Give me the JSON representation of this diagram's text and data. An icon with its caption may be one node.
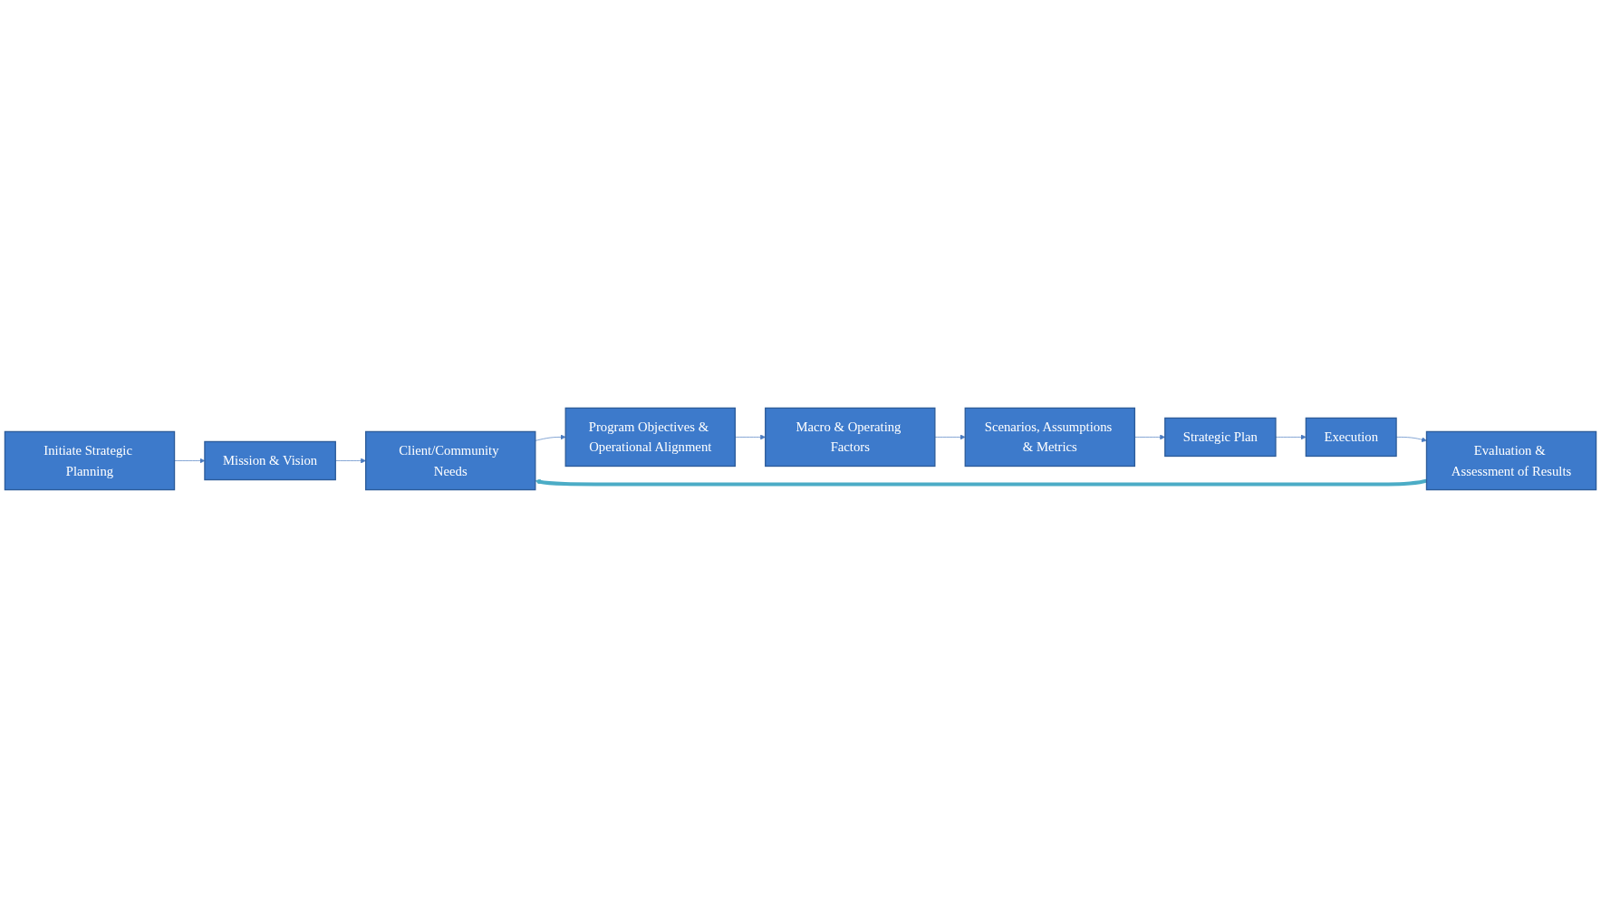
{
  "diagram": {
    "nodes": [
      {
        "text": [
          "Initiate Strategic Planning"
        ]
      },
      {
        "text": [
          "Mission & Vision"
        ]
      },
      {
        "text": [
          "Client/Community Needs"
        ]
      },
      {
        "text": [
          "Program Objectives & Operational Alignment"
        ]
      },
      {
        "text": [
          "Macro & Operating Factors"
        ]
      },
      {
        "text": [
          "Scenarios, Assumptions & Metrics"
        ]
      },
      {
        "text": [
          "Strategic Plan"
        ]
      },
      {
        "text": [
          "Execution"
        ]
      },
      {
        "text": [
          "Evaluation & Assessment of Results"
        ]
      }
    ],
    "edges": [
      {
        "from": 0,
        "to": 1,
        "arrow": "to"
      },
      {
        "from": 1,
        "to": 2,
        "arrow": "to"
      },
      {
        "from": 2,
        "to": 3,
        "arrow": "to"
      },
      {
        "from": 3,
        "to": 4,
        "arrow": "to"
      },
      {
        "from": 4,
        "to": 5,
        "arrow": "to"
      },
      {
        "from": 5,
        "to": 6,
        "arrow": "to"
      },
      {
        "from": 6,
        "to": 7,
        "arrow": "to"
      },
      {
        "from": 7,
        "to": 8,
        "arrow": "to"
      },
      {
        "from": 8,
        "to": 2,
        "arrow": "to",
        "style": "thick",
        "color": "#4bacc6"
      }
    ]
  }
}
